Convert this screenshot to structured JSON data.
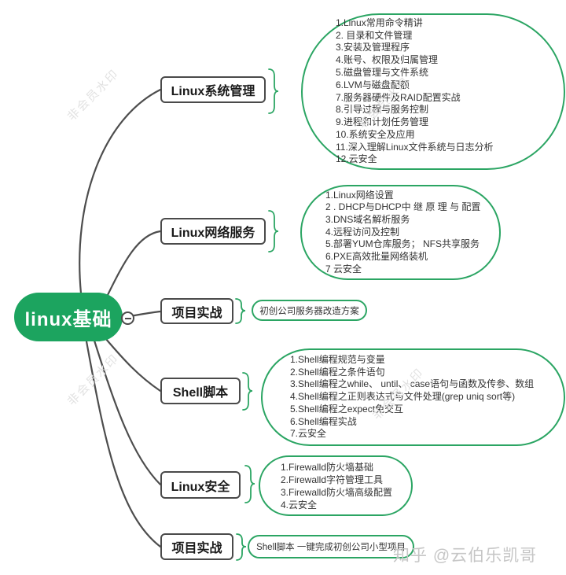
{
  "root": {
    "label": "linux基础"
  },
  "icons": {
    "collapse": "minus-circle"
  },
  "colors": {
    "root_green": "#1ca45f",
    "bubble_green": "#2ba563",
    "line_gray": "#4d4d4d"
  },
  "branches": [
    {
      "label": "Linux系统管理",
      "items": [
        "1.Linux常用命令精讲",
        "2. 目录和文件管理",
        "3.安装及管理程序",
        "4.账号、权限及归属管理",
        "5.磁盘管理与文件系统",
        "6.LVM与磁盘配额",
        "7.服务器硬件及RAID配置实战",
        "8.引导过程与服务控制",
        "9.进程和计划任务管理",
        "10.系统安全及应用",
        "11.深入理解Linux文件系统与日志分析",
        "12.云安全"
      ]
    },
    {
      "label": "Linux网络服务",
      "items": [
        "1.Linux网络设置",
        "2 . DHCP与DHCP中 继 原 理 与 配置",
        "3.DNS域名解析服务",
        "4.远程访问及控制",
        "5.部署YUM仓库服务； NFS共享服务",
        "6.PXE高效批量网络装机",
        "7 云安全"
      ]
    },
    {
      "label": "项目实战",
      "items": [
        "初创公司服务器改造方案"
      ]
    },
    {
      "label": "Shell脚本",
      "items": [
        "1.Shell编程规范与变量",
        "2.Shell编程之条件语句",
        "3.Shell编程之while、 until、 case语句与函数及传参、数组",
        "4.Shell编程之正则表达式与文件处理(grep uniq sort等)",
        "5.Shell编程之expect免交互",
        "6.Shell编程实战",
        "7.云安全"
      ]
    },
    {
      "label": "Linux安全",
      "items": [
        "1.Firewalld防火墙基础",
        "2.Firewalld字符管理工具",
        "3.Firewalld防火墙高级配置",
        "4.云安全"
      ]
    },
    {
      "label": "项目实战",
      "items": [
        "Shell脚本 一键完成初创公司小型项目"
      ]
    }
  ],
  "watermarks": {
    "diagonal": "非会员水印",
    "credit": "知乎 @云伯乐凯哥"
  }
}
